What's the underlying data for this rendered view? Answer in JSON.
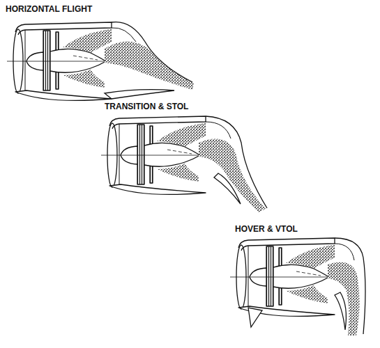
{
  "diagram": {
    "labels": [
      "HORIZONTAL FLIGHT",
      "TRANSITION & STOL",
      "HOVER & VTOL"
    ]
  }
}
